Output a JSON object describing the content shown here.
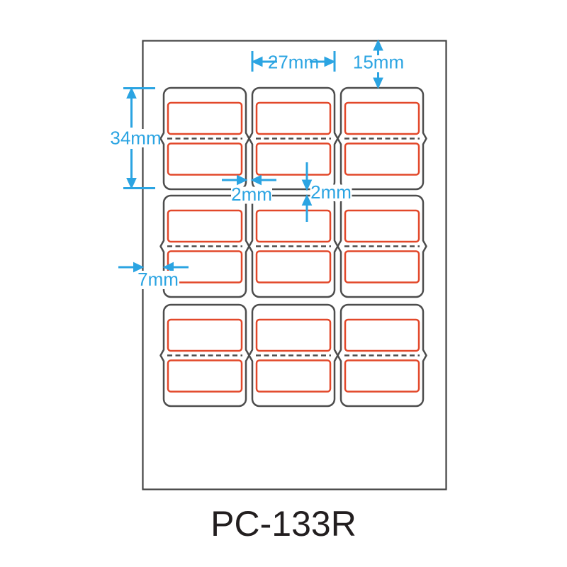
{
  "title": "PC-133R",
  "colors": {
    "dimension": "#2BA4E2",
    "frame": "#E2482A",
    "outline": "#4D4D4D",
    "sheet_border": "#434343",
    "title_text": "#221E1F",
    "background": "#FFFFFF"
  },
  "grid": {
    "rows": 3,
    "columns": 3,
    "labels_per_piece": 2
  },
  "dimensions": {
    "label_width": "27mm",
    "top_margin": "15mm",
    "piece_height": "34mm",
    "column_gap": "2mm",
    "row_gap": "2mm",
    "left_margin": "7mm"
  }
}
